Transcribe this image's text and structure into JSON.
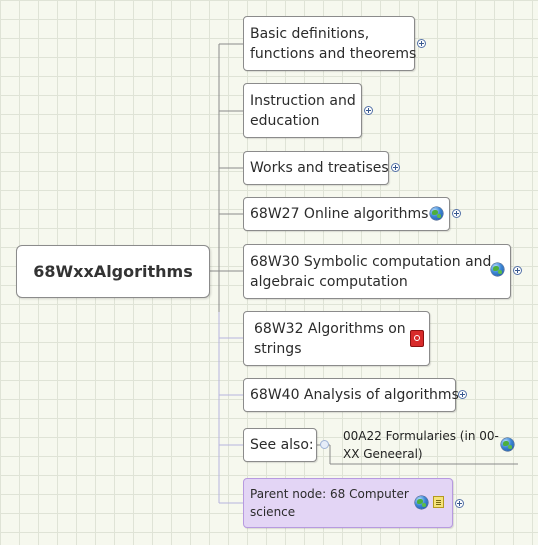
{
  "central_topic": "68WxxAlgorithms",
  "topics": [
    {
      "id": "basic",
      "lines": [
        "Basic definitions,",
        "functions and theorems"
      ],
      "icons": [],
      "expand": true
    },
    {
      "id": "instruction",
      "lines": [
        "Instruction and",
        "education"
      ],
      "icons": [],
      "expand": true
    },
    {
      "id": "works",
      "lines": [
        "Works and treatises"
      ],
      "icons": [],
      "expand": true
    },
    {
      "id": "68w27",
      "lines": [
        "68W27 Online algorithms"
      ],
      "icons": [
        "globe-icon"
      ],
      "expand": true
    },
    {
      "id": "68w30",
      "lines": [
        "68W30 Symbolic computation and",
        "algebraic computation"
      ],
      "icons": [
        "globe-icon"
      ],
      "expand": true
    },
    {
      "id": "68w32",
      "lines": [
        "68W32 Algorithms on",
        "strings"
      ],
      "icons": [
        "pdf-icon"
      ],
      "expand": false
    },
    {
      "id": "68w40",
      "lines": [
        "68W40 Analysis of algorithms"
      ],
      "icons": [],
      "expand": true
    },
    {
      "id": "see-also",
      "lines": [
        "See also:"
      ],
      "icons": [],
      "expand": false
    },
    {
      "id": "parent",
      "lines": [
        "Parent node: 68 Computer",
        "science"
      ],
      "icons": [
        "globe-icon",
        "note-icon"
      ],
      "expand": true
    }
  ],
  "see_also_subtopic": {
    "lines": [
      "00A22 Formularies (in 00-",
      "XX Geneeral)"
    ],
    "icons": [
      "globe-icon"
    ]
  },
  "colors": {
    "background": "#f6f8ee",
    "grid": "#dfe3d6",
    "node_border": "#8b8b8b",
    "parent_fill": "#e3d5f5",
    "parent_border": "#b79ae0",
    "connector": "#8a8a8a",
    "connector_highlight": "#b7b3de"
  }
}
